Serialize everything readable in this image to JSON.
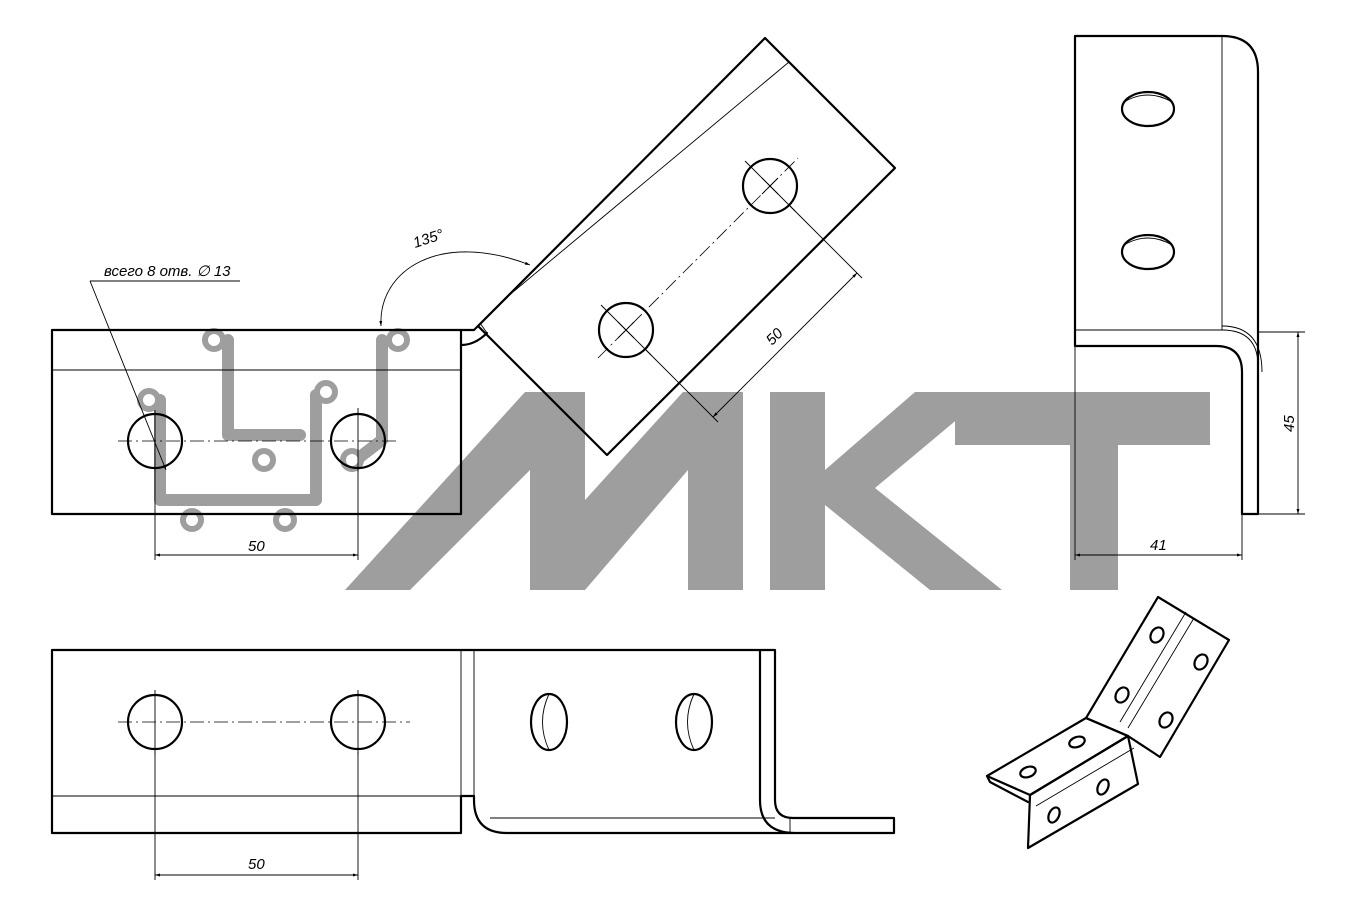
{
  "note": {
    "holes": "всего 8 отв. ∅ 13"
  },
  "dimensions": {
    "angle": "135°",
    "spacing_top": "50",
    "spacing_inclined": "50",
    "spacing_bottom": "50",
    "height_side": "45",
    "width_side": "41"
  },
  "watermark": {
    "text": "МКТ"
  },
  "colors": {
    "line": "#000000",
    "watermark": "#9e9e9e",
    "background": "#ffffff"
  }
}
